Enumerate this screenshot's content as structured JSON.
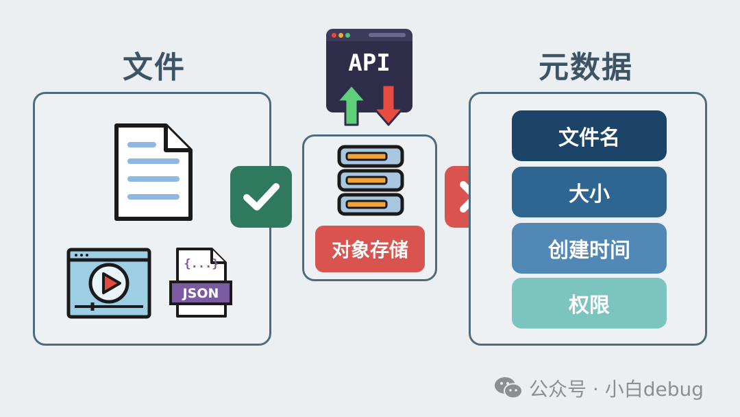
{
  "left": {
    "title": "文件",
    "json_label": "JSON",
    "braces": "{...}"
  },
  "api": {
    "label": "API"
  },
  "storage": {
    "label": "对象存储"
  },
  "right": {
    "title": "元数据",
    "items": [
      "文件名",
      "大小",
      "创建时间",
      "权限"
    ]
  },
  "watermark": {
    "text": "公众号 · 小白debug"
  },
  "colors": {
    "check_badge": "#2f7a5e",
    "cross_badge": "#d9534f",
    "meta_1": "#1c4368",
    "meta_2": "#2f6591",
    "meta_3": "#5288b5",
    "meta_4": "#7cc4c0",
    "storage_button": "#d9534f",
    "api_window": "#2f2d4a"
  }
}
